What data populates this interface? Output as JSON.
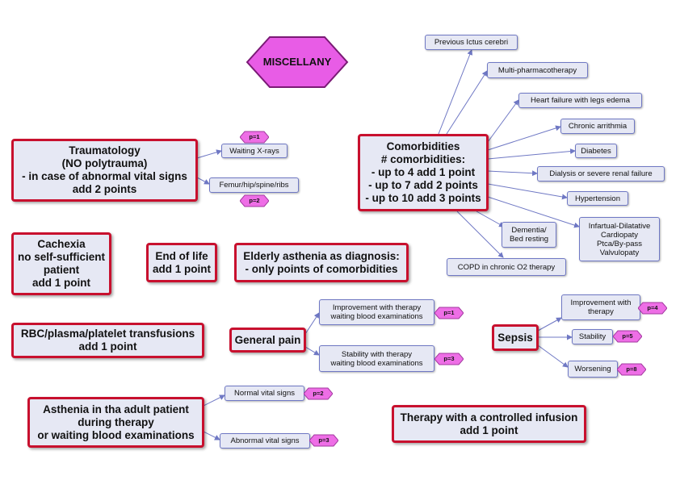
{
  "title": "MISCELLANY",
  "main_nodes": {
    "traumatology": "Traumatology\n(NO polytrauma)\n- in case of abnormal vital signs\nadd 2 points",
    "comorbidities": "Comorbidities\n# comorbidities:\n- up to 4 add 1 point\n- up to 7 add 2 points\n- up to 10 add 3 points",
    "cachexia": "Cachexia\nno self-sufficient\npatient\nadd 1 point",
    "end_of_life": "End of life\nadd 1 point",
    "elderly_asthenia": "Elderly asthenia as diagnosis:\n- only points of comorbidities",
    "transfusions": "RBC/plasma/platelet transfusions\nadd 1 point",
    "general_pain": "General pain",
    "sepsis": "Sepsis",
    "asthenia_adult": "Asthenia in tha adult patient\nduring therapy\nor waiting blood examinations",
    "controlled_infusion": "Therapy with a controlled infusion\nadd 1 point"
  },
  "traumatology_children": [
    {
      "label": "Waiting X-rays",
      "points": "p=1"
    },
    {
      "label": "Femur/hip/spine/ribs",
      "points": "p=2"
    }
  ],
  "comorbidity_items": [
    "Previous Ictus cerebri",
    "Multi-pharmacotherapy",
    "Heart failure with legs edema",
    "Chronic arrithmia",
    "Diabetes",
    "Dialysis or severe renal failure",
    "Hypertension",
    "Infartual-Dilatative\nCardiopaty\nPtca/By-pass\nValvulopaty",
    "Dementia/\nBed resting",
    "COPD in chronic O2 therapy"
  ],
  "pain_children": [
    {
      "label": "Improvement with therapy\nwaiting blood examinations",
      "points": "p=1"
    },
    {
      "label": "Stability with therapy\nwaiting blood examinations",
      "points": "p=3"
    }
  ],
  "sepsis_children": [
    {
      "label": "Improvement with\ntherapy",
      "points": "p=4"
    },
    {
      "label": "Stability",
      "points": "p=5"
    },
    {
      "label": "Worsening",
      "points": "p=8"
    }
  ],
  "asthenia_children": [
    {
      "label": "Normal vital signs",
      "points": "p=2"
    },
    {
      "label": "Abnormal vital signs",
      "points": "p=3"
    }
  ],
  "colors": {
    "main_border": "#c8102e",
    "sub_border": "#6f78c4",
    "box_fill": "#e6e8f4",
    "tag_fill": "#ee6ee6",
    "connector": "#6f78c4"
  }
}
